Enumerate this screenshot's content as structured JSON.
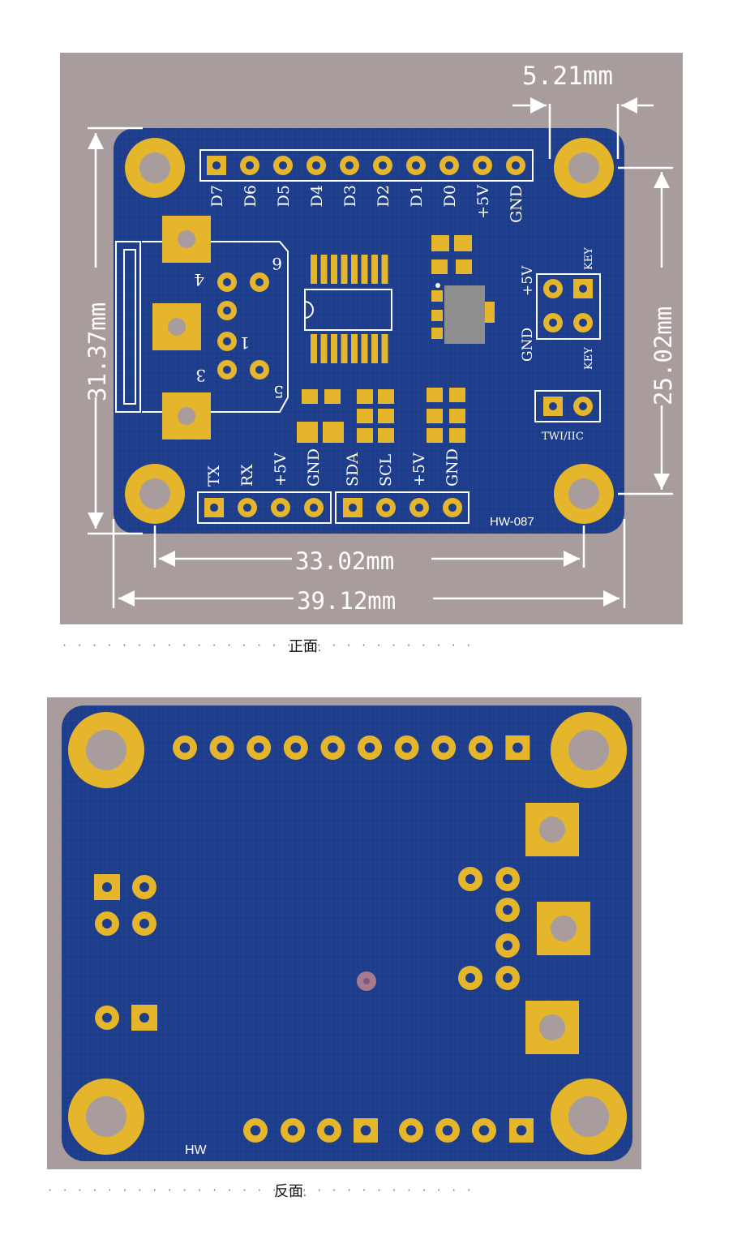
{
  "front": {
    "caption": "正面",
    "caption_suffix": ".",
    "board_id": "HW-087",
    "dimensions": {
      "top_right": "5.21mm",
      "left": "31.37mm",
      "right": "25.02mm",
      "bottom_inner": "33.02mm",
      "bottom_outer": "39.12mm"
    },
    "header_top_labels": [
      "D7",
      "D6",
      "D5",
      "D4",
      "D3",
      "D2",
      "D1",
      "D0",
      "+5V",
      "GND"
    ],
    "header_bottom_left_labels": [
      "TX",
      "RX",
      "+5V",
      "GND"
    ],
    "header_bottom_right_labels": [
      "SDA",
      "SCL",
      "+5V",
      "GND"
    ],
    "key_header": {
      "label_5v": "+5V",
      "label_key_top": "KEY",
      "label_gnd": "GND",
      "label_key_bottom": "KEY"
    },
    "twi_label": "TWI/IIC",
    "usb_pin_labels": {
      "p1": "1",
      "p3": "3",
      "p4": "4",
      "p5": "5",
      "p6": "6"
    }
  },
  "back": {
    "caption": "反面",
    "caption_suffix": ".",
    "board_id": "HW"
  },
  "colors": {
    "background": "#a99c9c",
    "board": "#1e3c88",
    "board_dark": "#17307a",
    "gold": "#e5b62c",
    "dimension_line": "#ffffff"
  }
}
